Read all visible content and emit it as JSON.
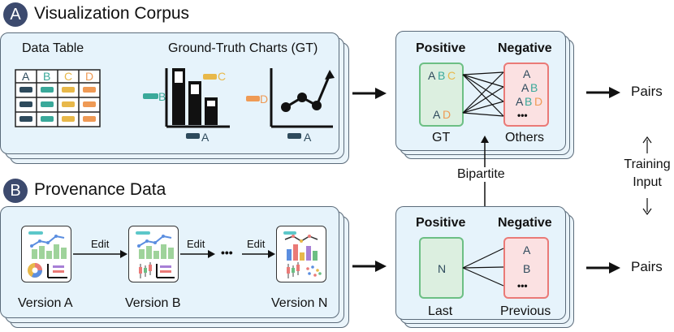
{
  "section_a": {
    "badge": "A",
    "title": "Visualization Corpus",
    "data_table_label": "Data Table",
    "gt_label": "Ground-Truth Charts (GT)",
    "table_headers": [
      "A",
      "B",
      "C",
      "D"
    ],
    "chart_axis_labels": {
      "bar_b": "B",
      "bar_c": "C",
      "bar_a": "A",
      "line_d": "D",
      "line_a": "A"
    }
  },
  "section_b": {
    "badge": "B",
    "title": "Provenance Data",
    "versions": [
      "Version A",
      "Version B",
      "Version N"
    ],
    "edit_labels": [
      "Edit",
      "Edit",
      "Edit"
    ],
    "ellipsis": "•••"
  },
  "pairs_top": {
    "positive_label": "Positive",
    "negative_label": "Negative",
    "positive_letters": [
      "A",
      "B",
      "C"
    ],
    "positive_letters2": [
      "A",
      "D"
    ],
    "negative_rows": [
      [
        "A"
      ],
      [
        "A",
        "B"
      ],
      [
        "A",
        "B",
        "D"
      ]
    ],
    "negative_more": "•••",
    "positive_caption": "GT",
    "negative_caption": "Others",
    "output": "Pairs"
  },
  "pairs_bottom": {
    "positive_label": "Positive",
    "negative_label": "Negative",
    "positive_letter": "N",
    "negative_letters": [
      "A",
      "B"
    ],
    "negative_more": "•••",
    "positive_caption": "Last",
    "negative_caption": "Previous",
    "output": "Pairs"
  },
  "bipartite_label": "Bipartite",
  "training_input": {
    "line1": "Training",
    "line2": "Input"
  },
  "colors": {
    "col_a": "#2e4a5c",
    "col_b": "#3aa99a",
    "col_c": "#e8b84a",
    "col_d": "#ef9a55",
    "pos_border": "#6cbf84",
    "neg_border": "#ea7a77",
    "panel": "#e6f3fb",
    "badge": "#3c4a6e"
  }
}
